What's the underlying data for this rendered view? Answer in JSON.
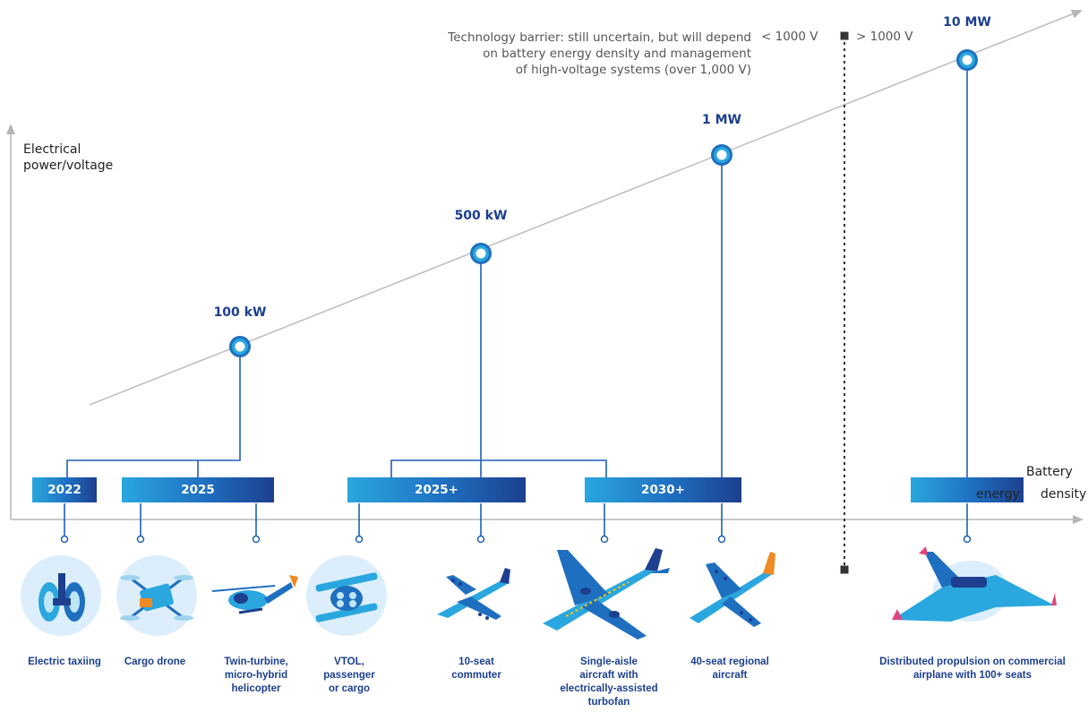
{
  "axes": {
    "y_label_line1": "Electrical",
    "y_label_line2": "power/voltage",
    "x_label_line1": "Battery",
    "x_label_line2a": "energy",
    "x_label_line2b": "density"
  },
  "barrier": {
    "line1": "Technology barrier: still uncertain, but will depend",
    "line2": "on battery energy density and management",
    "line3": "of high-voltage systems (over 1,000 V)",
    "low_voltage": "< 1000 V",
    "high_voltage": "> 1000 V"
  },
  "power_levels": [
    {
      "label": "100 kW"
    },
    {
      "label": "500 kW"
    },
    {
      "label": "1 MW"
    },
    {
      "label": "10 MW"
    }
  ],
  "time_bars": [
    {
      "label": "2022"
    },
    {
      "label": "2025"
    },
    {
      "label": "2025+"
    },
    {
      "label": "2030+"
    },
    {
      "label": ""
    }
  ],
  "applications": [
    {
      "line1": "Electric taxiing",
      "line2": "",
      "line3": "",
      "line4": "",
      "icon": "wheel-icon"
    },
    {
      "line1": "Cargo drone",
      "line2": "",
      "line3": "",
      "line4": "",
      "icon": "drone-icon"
    },
    {
      "line1": "Twin-turbine,",
      "line2": "micro-hybrid",
      "line3": "helicopter",
      "line4": "",
      "icon": "helicopter-icon"
    },
    {
      "line1": "VTOL,",
      "line2": "passenger",
      "line3": "or cargo",
      "line4": "",
      "icon": "vtol-icon"
    },
    {
      "line1": "10-seat",
      "line2": "commuter",
      "line3": "",
      "line4": "",
      "icon": "commuter-plane-icon"
    },
    {
      "line1": "Single-aisle",
      "line2": "aircraft with",
      "line3": "electrically-assisted",
      "line4": "turbofan",
      "icon": "airliner-icon"
    },
    {
      "line1": "40-seat regional",
      "line2": "aircraft",
      "line3": "",
      "line4": "",
      "icon": "regional-plane-icon"
    },
    {
      "line1": "Distributed propulsion on commercial",
      "line2": "airplane with 100+ seats",
      "line3": "",
      "line4": "",
      "icon": "blended-wing-icon"
    }
  ],
  "colors": {
    "dark_blue": "#1c3f8f",
    "mid_blue": "#1f6fc0",
    "light_blue": "#2aa7de",
    "axis_gray": "#b5b5b5"
  }
}
